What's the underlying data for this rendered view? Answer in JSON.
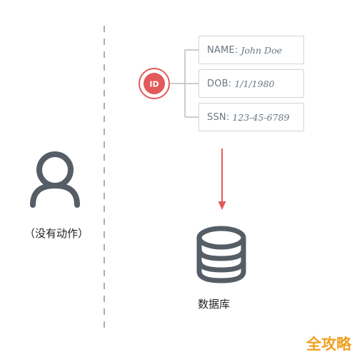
{
  "id_badge": {
    "label": "ID",
    "color": "#e25a5a"
  },
  "fields": [
    {
      "label": "NAME:",
      "value": "John Doe"
    },
    {
      "label": "DOB:",
      "value": "1/1/1980"
    },
    {
      "label": "SSN:",
      "value": "123-45-6789"
    }
  ],
  "user": {
    "icon": "person-icon",
    "caption": "（没有动作）"
  },
  "database": {
    "icon": "database-icon",
    "caption": "数据库"
  },
  "watermark": "全攻略",
  "colors": {
    "stroke": "#555d66",
    "accent": "#e25a5a",
    "box_border": "#cfd3d8"
  }
}
